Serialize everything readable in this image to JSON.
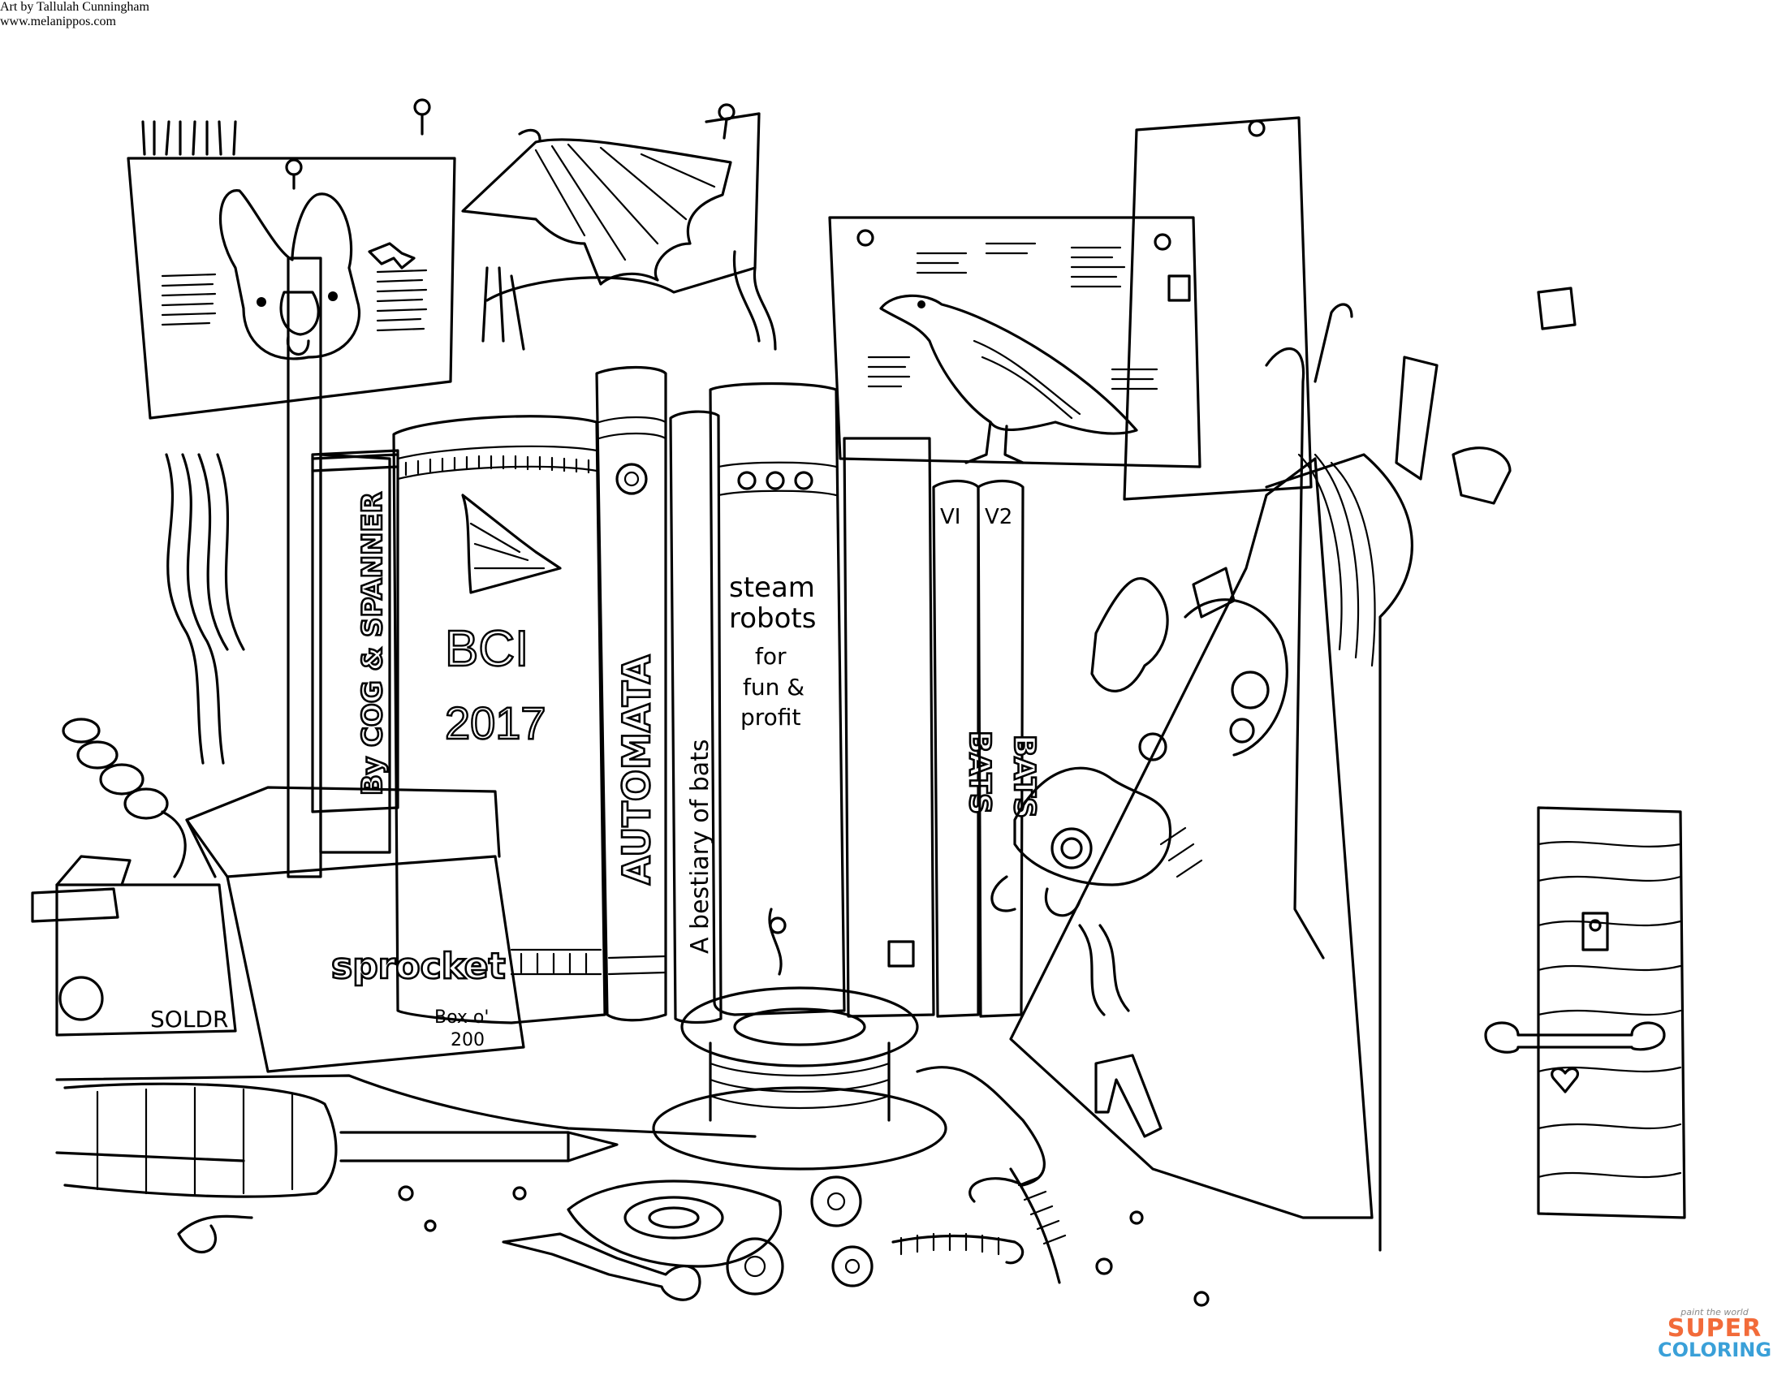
{
  "credits": {
    "artist": "Art by Tallulah Cunningham",
    "website": "www.melanippos.com"
  },
  "watermark": {
    "tagline": "paint the world",
    "line1": "SUPER",
    "line2": "COLORING"
  },
  "books": {
    "cog_spanner": "By COG & SPANNER",
    "bci_title": "BCI",
    "bci_year": "2017",
    "automata": "AUTOMATA",
    "bestiary": "A bestiary of bats",
    "steam_line1": "steam",
    "steam_line2": "robots",
    "steam_line3": "for",
    "steam_line4": "fun &",
    "steam_line5": "profit",
    "vol1_label": "VI",
    "vol2_label": "V2",
    "vol1_title": "BATS",
    "vol2_title": "BATS"
  },
  "box": {
    "brand": "sprocket",
    "count_line1": "Box o'",
    "count_line2": "200"
  },
  "solder_label": "SOLDR",
  "colors": {
    "ink": "#000000",
    "paper": "#ffffff",
    "watermark_orange": "#f26b3a",
    "watermark_blue": "#3aa0d8"
  }
}
